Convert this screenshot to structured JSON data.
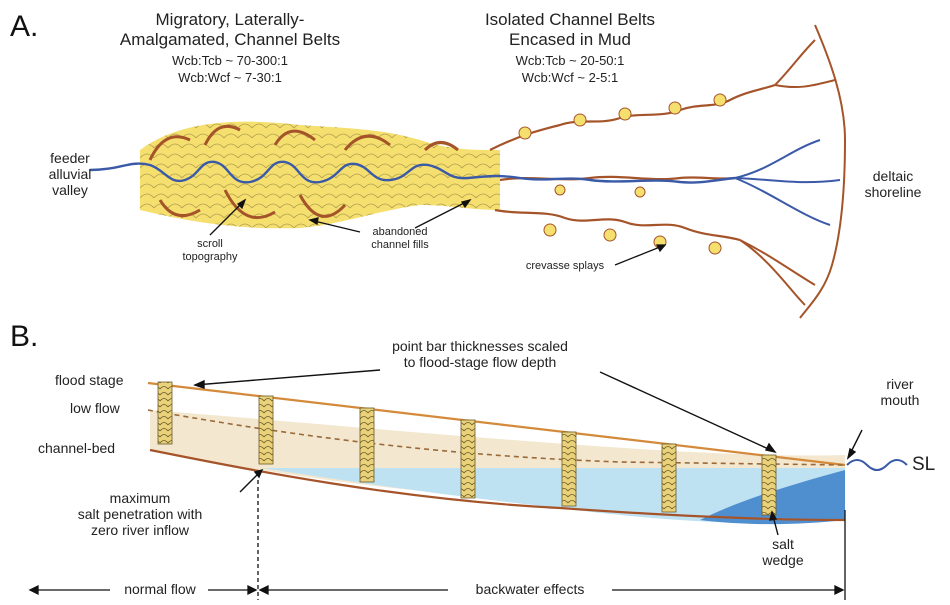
{
  "panel_a": {
    "letter": "A.",
    "migratory_title": "Migratory, Laterally-\nAmalgamated, Channel Belts",
    "migratory_ratio1": "Wcb:Tcb ~ 70-300:1",
    "migratory_ratio2": "Wcb:Wcf ~ 7-30:1",
    "isolated_title": "Isolated Channel Belts\nEncased in Mud",
    "isolated_ratio1": "Wcb:Tcb ~ 20-50:1",
    "isolated_ratio2": "Wcb:Wcf ~ 2-5:1",
    "feeder": "feeder\nalluvial\nvalley",
    "deltaic": "deltaic\nshoreline",
    "scroll": "scroll\ntopography",
    "abandoned": "abandoned\nchannel fills",
    "crevasse": "crevasse splays"
  },
  "panel_b": {
    "letter": "B.",
    "point_bar_note": "point bar thicknesses scaled\nto flood-stage flow depth",
    "flood_stage": "flood stage",
    "low_flow": "low flow",
    "channel_bed": "channel-bed",
    "river_mouth": "river\nmouth",
    "sl": "SL",
    "max_salt": "maximum\nsalt penetration with\nzero river inflow",
    "salt_wedge": "salt\nwedge",
    "normal_flow": "normal flow",
    "backwater": "backwater effects"
  },
  "colors": {
    "channel_blue": "#3a5aa8",
    "belt_brown": "#a5542a",
    "belt_yellow": "#f5df6e",
    "water_light": "#bfe2f3",
    "water_dark": "#4f8fcf",
    "dashed_line": "#9a6a3a"
  }
}
